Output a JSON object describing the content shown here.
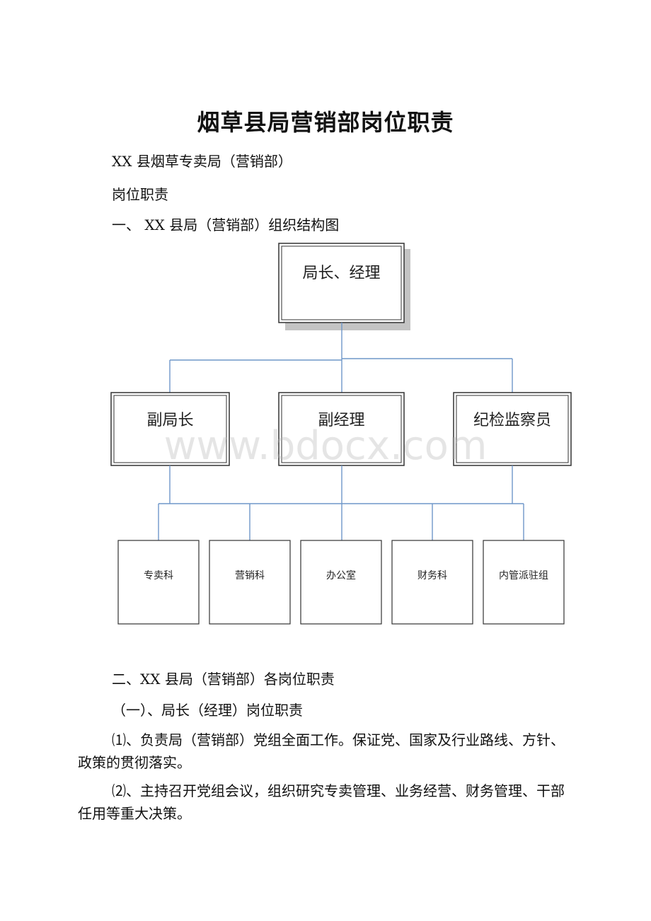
{
  "document": {
    "title": "烟草县局营销部岗位职责",
    "lines": [
      "XX 县烟草专卖局（营销部）",
      "岗位职责",
      "一、 XX 县局（营销部）组织结构图"
    ],
    "section2_heading": "二、XX 县局（营销部）各岗位职责",
    "subsection1_heading": "（一）、局长（经理）岗位职责",
    "paragraphs": [
      "⑴、负责局（营销部）党组全面工作。保证党、国家及行业路线、方针、政策的贯彻落实。",
      "⑵、主持召开党组会议，组织研究专卖管理、业务经营、财务管理、干部任用等重大决策。"
    ]
  },
  "org_chart": {
    "top": "局长、经理",
    "middle": [
      "副局长",
      "副经理",
      "纪检监察员"
    ],
    "bottom": [
      "专卖科",
      "营销科",
      "办公室",
      "财务科",
      "内管派驻组"
    ],
    "line_color": "#6f97c9",
    "border_color": "#333333"
  },
  "watermark": "www.bdocx.com"
}
